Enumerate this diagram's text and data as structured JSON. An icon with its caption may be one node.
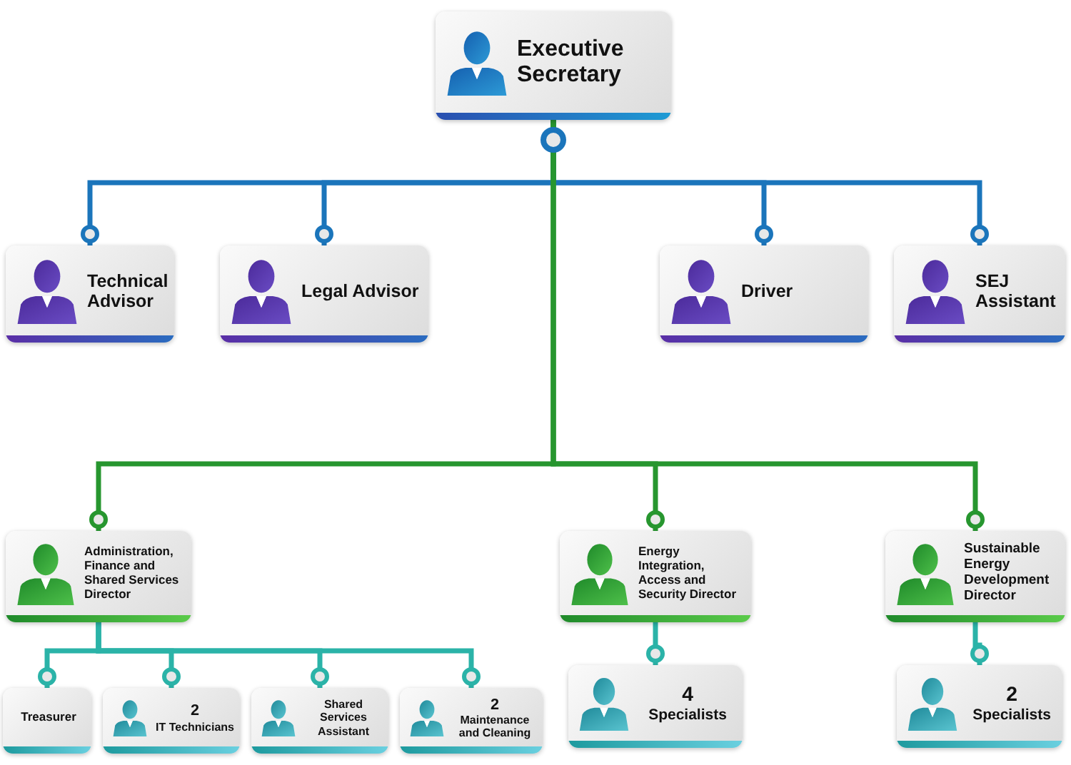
{
  "diagram": {
    "nodes": [
      {
        "text": [
          "Executive Secretary"
        ]
      },
      {
        "text": [
          "Technical Advisor"
        ]
      },
      {
        "text": [
          "Legal Advisor"
        ]
      },
      {
        "text": [
          "Driver"
        ]
      },
      {
        "text": [
          "SEJ Assistant"
        ]
      },
      {
        "text": [
          "Administration, Finance and Shared Services Director"
        ]
      },
      {
        "text": [
          "Energy Integration, Access and Security Director"
        ]
      },
      {
        "text": [
          "Sustainable Energy Development Director"
        ]
      },
      {
        "text": [
          "Treasurer"
        ]
      },
      {
        "text": [
          "2",
          "IT Technicians"
        ]
      },
      {
        "text": [
          "Shared Services Assistant"
        ]
      },
      {
        "text": [
          "2",
          "Maintenance and Cleaning"
        ]
      },
      {
        "text": [
          "4",
          "Specialists"
        ]
      },
      {
        "text": [
          "2",
          "Specialists"
        ]
      }
    ],
    "edges": [
      {
        "from": 0,
        "to": 1,
        "arrow": "other",
        "color": "#1b75bb"
      },
      {
        "from": 0,
        "to": 2,
        "arrow": "other",
        "color": "#1b75bb"
      },
      {
        "from": 0,
        "to": 3,
        "arrow": "other",
        "color": "#1b75bb"
      },
      {
        "from": 0,
        "to": 4,
        "arrow": "other",
        "color": "#1b75bb"
      },
      {
        "from": 0,
        "to": 5,
        "arrow": "other",
        "color": "#27962f"
      },
      {
        "from": 0,
        "to": 6,
        "arrow": "other",
        "color": "#27962f"
      },
      {
        "from": 0,
        "to": 7,
        "arrow": "other",
        "color": "#27962f"
      },
      {
        "from": 5,
        "to": 8,
        "arrow": "other"
      },
      {
        "from": 5,
        "to": 9,
        "arrow": "other"
      },
      {
        "from": 5,
        "to": 10,
        "arrow": "other"
      },
      {
        "from": 5,
        "to": 11,
        "arrow": "other"
      },
      {
        "from": 6,
        "to": 12,
        "arrow": "other"
      },
      {
        "from": 7,
        "to": 13,
        "arrow": "other"
      }
    ]
  }
}
